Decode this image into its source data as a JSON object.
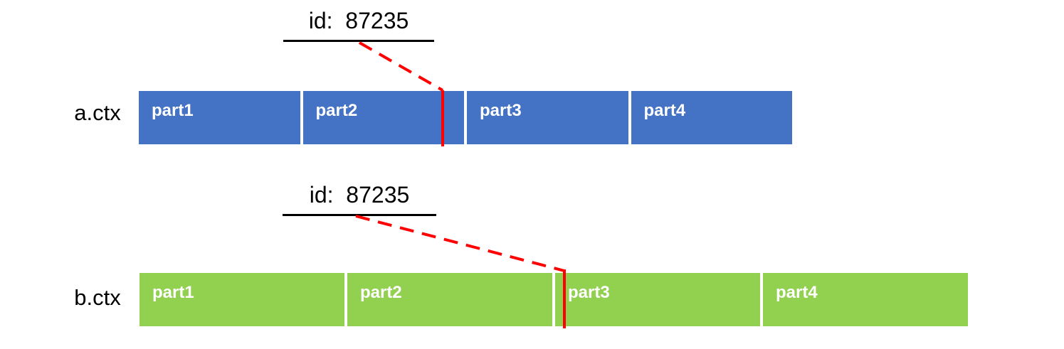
{
  "diagram": {
    "background": "#FFFFFF",
    "callout_a": {
      "text": "id:  87235"
    },
    "callout_b": {
      "text": "id:  87235"
    },
    "bar_a": {
      "label": "a.ctx",
      "fill": "#4472C4",
      "parts": [
        "part1",
        "part2",
        "part3",
        "part4"
      ],
      "marker_position": "near end of part2"
    },
    "bar_b": {
      "label": "b.ctx",
      "fill": "#92D050",
      "parts": [
        "part1",
        "part2",
        "part3",
        "part4"
      ],
      "marker_position": "start of part3"
    },
    "colors": {
      "marker": "#FF0000",
      "leader_line": "#FF0000",
      "part_text": "#FFFFFF",
      "label_text": "#000000",
      "underline": "#000000"
    }
  }
}
